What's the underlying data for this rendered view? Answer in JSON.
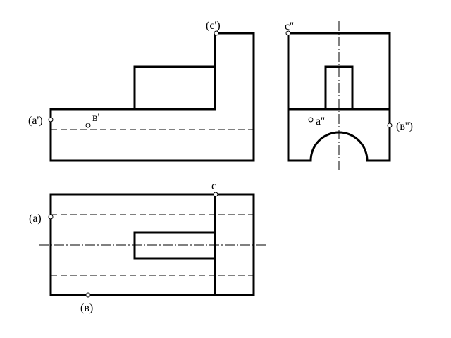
{
  "labels": {
    "a_front": "(a')",
    "b_front": "в'",
    "c_front": "(c')",
    "c_side": "c''",
    "a_side": "a''",
    "b_side": "(в'')",
    "c_top": "c",
    "a_top": "(a)",
    "b_top": "(в)"
  }
}
